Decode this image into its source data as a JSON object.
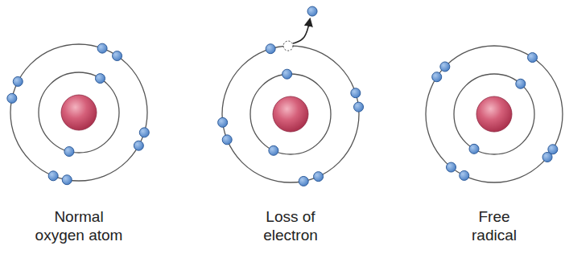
{
  "diagram": {
    "labels": [
      "Normal oxygen atom",
      "Loss of electron",
      "Free radical"
    ]
  }
}
